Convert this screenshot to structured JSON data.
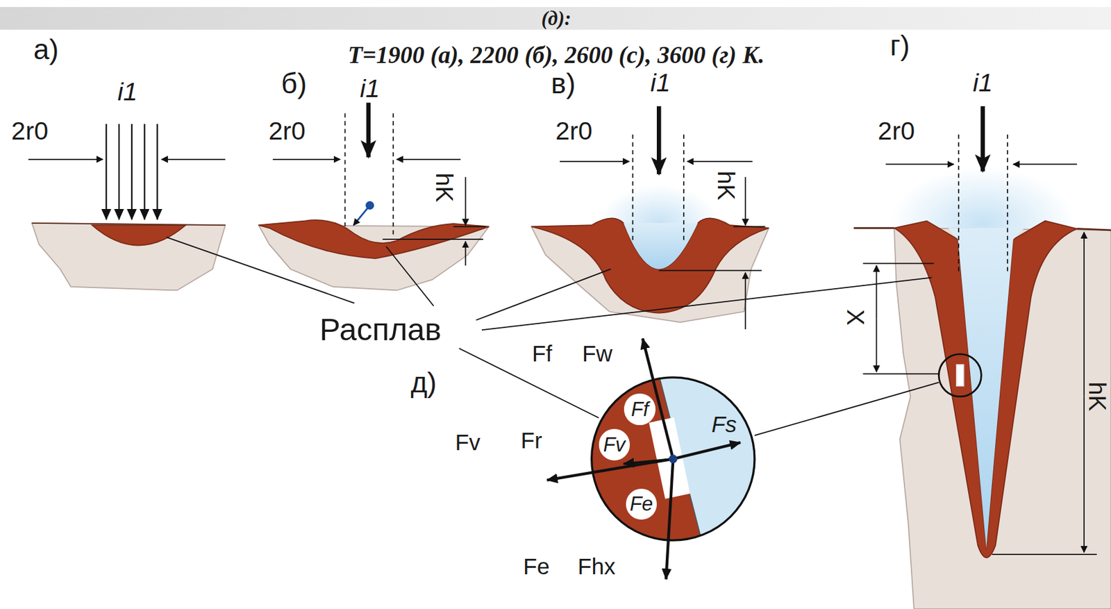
{
  "diagram": {
    "title": "T=1900 (а), 2200 (б), 2600 (с), 3600 (г) K.",
    "nodes": [
      {
        "text": [
          "Fs"
        ]
      },
      {
        "text": [
          "Ff"
        ],
        "in": 0
      },
      {
        "text": [
          "Fv"
        ],
        "in": 0
      },
      {
        "text": [
          "Fe"
        ],
        "in": 0
      }
    ],
    "labels": [
      "(д):",
      "а)",
      "б)",
      "в)",
      "г)",
      "i1",
      "i1",
      "i1",
      "i1",
      "2r0",
      "2r0",
      "2r0",
      "2r0",
      "hK",
      "hK",
      "X",
      "hK",
      "Расплав",
      "д)",
      "Ff",
      "Fw",
      "Fv",
      "Fr",
      "Fe",
      "Fhx"
    ]
  }
}
